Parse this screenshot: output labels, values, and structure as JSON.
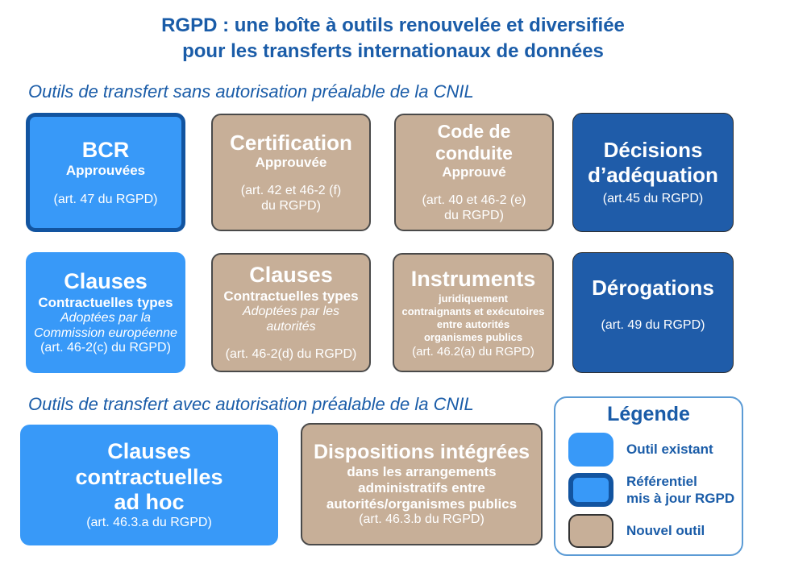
{
  "title": {
    "text": "RGPD : une boîte à outils renouvelée et diversifiée\npour les transferts internationaux de données"
  },
  "sections": [
    {
      "heading": "Outils de transfert sans autorisation préalable de la CNIL"
    },
    {
      "heading": "Outils de transfert avec autorisation préalable de la CNIL"
    }
  ],
  "row1": [
    {
      "title": "BCR",
      "subtitle": "Approuvées",
      "art": "(art. 47 du RGPD)",
      "variant": "light-blue-bordered"
    },
    {
      "title": "Certification",
      "subtitle": "Approuvée",
      "art": "(art. 42 et 46-2 (f)\ndu RGPD)",
      "variant": "tan"
    },
    {
      "title": "Code de conduite",
      "subtitle": "Approuvé",
      "art": "(art. 40 et 46-2 (e)\ndu RGPD)",
      "variant": "tan"
    },
    {
      "title": "Décisions\nd’adéquation",
      "art": "(art.45 du RGPD)",
      "variant": "dark-blue"
    }
  ],
  "row2": [
    {
      "title": "Clauses",
      "subtitle": "Contractuelles types",
      "italic": "Adoptées par la\nCommission européenne",
      "art": "(art. 46-2(c) du RGPD)",
      "variant": "light-blue"
    },
    {
      "title": "Clauses",
      "subtitle": "Contractuelles types",
      "italic": "Adoptées par les autorités",
      "art": "(art. 46-2(d) du RGPD)",
      "variant": "tan"
    },
    {
      "title": "Instruments",
      "subtitle": "juridiquement\ncontraignants et exécutoires\nentre autorités\norganismes publics",
      "art": "(art. 46.2(a) du RGPD)",
      "variant": "tan"
    },
    {
      "title": "Dérogations",
      "art": "(art. 49 du RGPD)",
      "variant": "dark-blue"
    }
  ],
  "row3": [
    {
      "title": "Clauses\ncontractuelles\nad hoc",
      "art": "(art. 46.3.a du RGPD)",
      "variant": "light-blue"
    },
    {
      "title": "Dispositions intégrées",
      "subtitle": "dans les arrangements\nadministratifs entre\nautorités/organismes publics",
      "art": "(art. 46.3.b du RGPD)",
      "variant": "tan"
    }
  ],
  "legend": {
    "title": "Légende",
    "items": [
      {
        "label": "Outil existant",
        "swatch": "existing"
      },
      {
        "label": "Référentiel\nmis à jour RGPD",
        "swatch": "referential"
      },
      {
        "label": "Nouvel outil",
        "swatch": "new"
      }
    ]
  },
  "colors": {
    "dark_blue_text": "#1A5CA8",
    "dark_blue_fill": "#1F5CA9",
    "light_blue_fill": "#3899F8",
    "referential_border": "#1254A0",
    "tan_fill": "#C7AF98",
    "legend_border": "#5B9BD5",
    "box_text": "#FFFFFF"
  }
}
